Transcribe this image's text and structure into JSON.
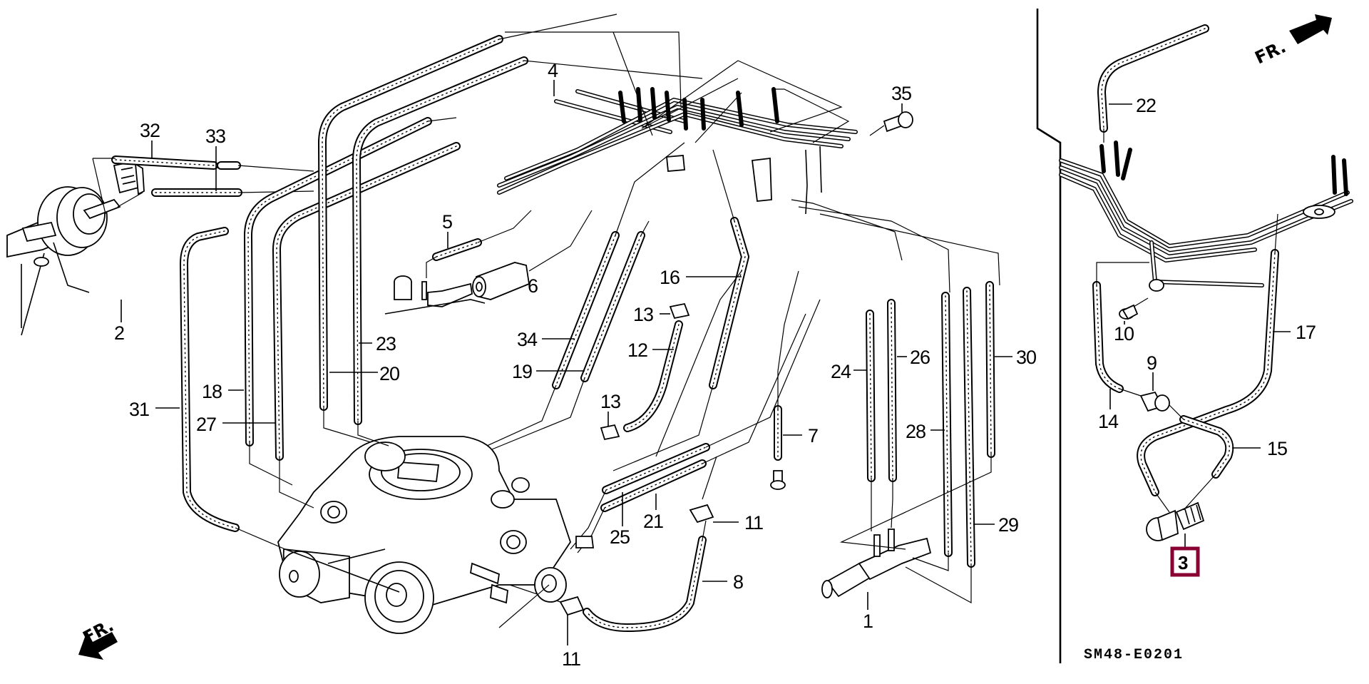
{
  "diagram": {
    "code": "SM48-E0201",
    "highlight_color": "#8a0032",
    "front_indicator_left": "FR.",
    "front_indicator_right": "FR.",
    "highlighted_part": "3",
    "callouts": [
      {
        "id": "1",
        "label": "1"
      },
      {
        "id": "2",
        "label": "2"
      },
      {
        "id": "3",
        "label": "3"
      },
      {
        "id": "4",
        "label": "4"
      },
      {
        "id": "5",
        "label": "5"
      },
      {
        "id": "6",
        "label": "6"
      },
      {
        "id": "7",
        "label": "7"
      },
      {
        "id": "8",
        "label": "8"
      },
      {
        "id": "9",
        "label": "9"
      },
      {
        "id": "10",
        "label": "10"
      },
      {
        "id": "11a",
        "label": "11"
      },
      {
        "id": "11b",
        "label": "11"
      },
      {
        "id": "12",
        "label": "12"
      },
      {
        "id": "13a",
        "label": "13"
      },
      {
        "id": "13b",
        "label": "13"
      },
      {
        "id": "14",
        "label": "14"
      },
      {
        "id": "15",
        "label": "15"
      },
      {
        "id": "16",
        "label": "16"
      },
      {
        "id": "17",
        "label": "17"
      },
      {
        "id": "18",
        "label": "18"
      },
      {
        "id": "19",
        "label": "19"
      },
      {
        "id": "20",
        "label": "20"
      },
      {
        "id": "21",
        "label": "21"
      },
      {
        "id": "22",
        "label": "22"
      },
      {
        "id": "23",
        "label": "23"
      },
      {
        "id": "24",
        "label": "24"
      },
      {
        "id": "25",
        "label": "25"
      },
      {
        "id": "26",
        "label": "26"
      },
      {
        "id": "27",
        "label": "27"
      },
      {
        "id": "28",
        "label": "28"
      },
      {
        "id": "29",
        "label": "29"
      },
      {
        "id": "30",
        "label": "30"
      },
      {
        "id": "31",
        "label": "31"
      },
      {
        "id": "32",
        "label": "32"
      },
      {
        "id": "33",
        "label": "33"
      },
      {
        "id": "34",
        "label": "34"
      },
      {
        "id": "35",
        "label": "35"
      }
    ]
  }
}
